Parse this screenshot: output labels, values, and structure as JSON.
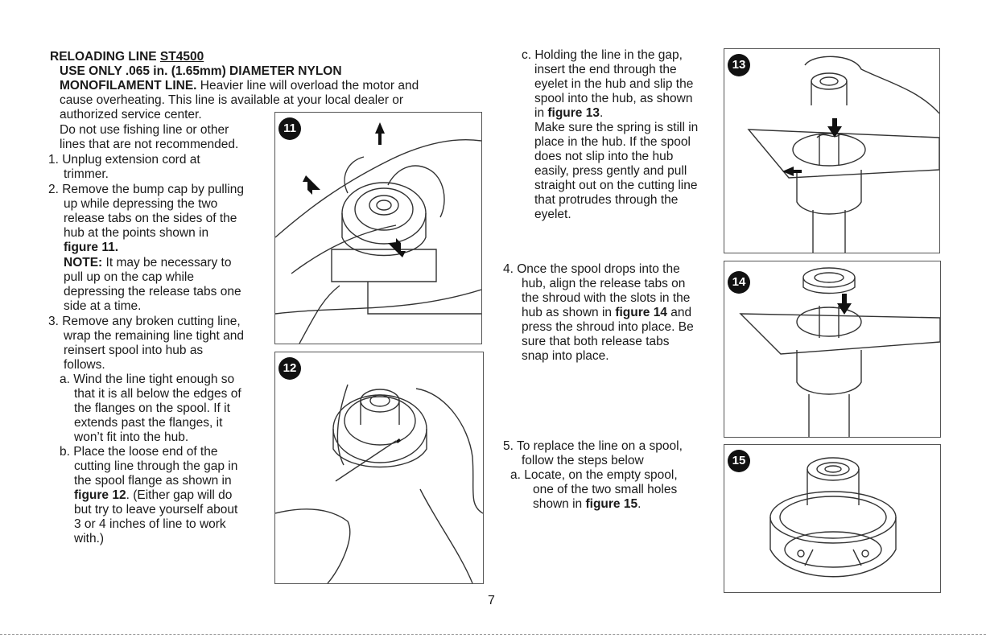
{
  "heading": {
    "title": "RELOADING LINE ",
    "model": "ST4500"
  },
  "warning": {
    "l1": "USE ONLY .065 in. (1.65mm) DIAMETER NYLON",
    "l2_bold": "MONOFILAMENT LINE.",
    "l2_rest": " Heavier line will overload the motor and",
    "l3": "cause overheating. This line is available at your local dealer or",
    "l4": "authorized service center.",
    "l5": "Do not use fishing line or other",
    "l6": "lines that are not recommended."
  },
  "step1": {
    "l1": "1. Unplug extension cord at",
    "l2": "trimmer."
  },
  "step2": {
    "l1": "2. Remove the bump cap by pulling",
    "l2": "up while depressing the two",
    "l3": "release tabs on the sides of the",
    "l4": "hub at the points shown in",
    "l5": "figure 11.",
    "note_label": "NOTE:",
    "note_l1": " It may be necessary to",
    "note_l2": "pull up on the cap while",
    "note_l3": "depressing the release tabs one",
    "note_l4": "side at a time."
  },
  "step3": {
    "l1": "3. Remove any broken cutting line,",
    "l2": "wrap the remaining line tight and",
    "l3": "reinsert spool into hub as",
    "l4": "follows.",
    "a1": "a. Wind the line tight enough so",
    "a2": "that it is all below the edges of",
    "a3": "the flanges on the spool. If it",
    "a4": "extends past the flanges, it",
    "a5": "won’t fit into the hub.",
    "b1": "b. Place the loose end of the",
    "b2": "cutting line through the gap in",
    "b3": "the spool flange as shown in",
    "b4_bold": "figure 12",
    "b4_rest": ". (Either gap will do",
    "b5": "but try to leave yourself about",
    "b6": "3 or 4 inches of line to work",
    "b7": "with.)"
  },
  "stepc": {
    "l1": "c. Holding the line in the gap,",
    "l2": "insert the end through the",
    "l3": "eyelet in the hub and slip the",
    "l4": "spool into the hub, as shown",
    "l5_pre": "in ",
    "l5_bold": "figure 13",
    "l5_post": ".",
    "l6": "Make sure the spring is still in",
    "l7": "place in the hub. If the spool",
    "l8": "does not slip into the hub",
    "l9": "easily, press gently and pull",
    "l10": "straight out on the cutting line",
    "l11": "that protrudes through the",
    "l12": "eyelet."
  },
  "step4": {
    "l1": "4. Once the spool drops into the",
    "l2": "hub, align the release tabs on",
    "l3": "the shroud with the slots in the",
    "l4_pre": "hub as shown in ",
    "l4_bold": "figure 14",
    "l4_post": " and",
    "l5": "press the shroud into place. Be",
    "l6": "sure that both release tabs",
    "l7": "snap into place."
  },
  "step5": {
    "l1": "5. To replace the line on a spool,",
    "l2": "follow the steps below",
    "a1": "a. Locate, on the empty spool,",
    "a2": "one of the two small holes",
    "a3_pre": "shown in ",
    "a3_bold": "figure 15",
    "a3_post": "."
  },
  "figures": {
    "f11": "11",
    "f12": "12",
    "f13": "13",
    "f14": "14",
    "f15": "15"
  },
  "page_number": "7"
}
